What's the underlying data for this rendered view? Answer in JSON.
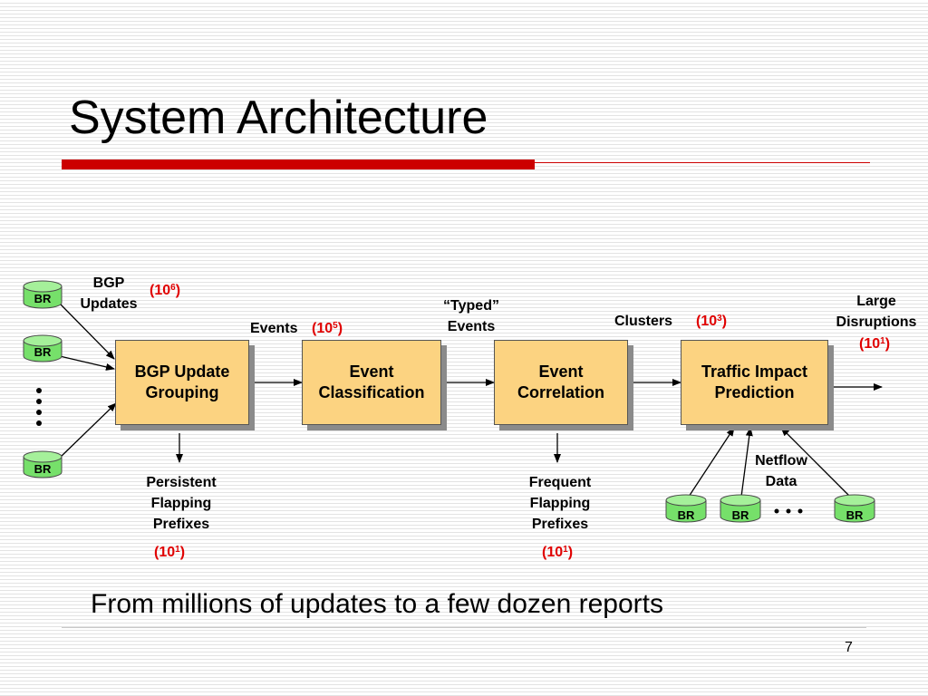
{
  "slide": {
    "title": "System Architecture",
    "subtitle": "From millions of updates to a few dozen reports",
    "page_number": "7"
  },
  "diagram": {
    "router_label": "BR",
    "boxes": {
      "grouping": [
        "BGP Update",
        "Grouping"
      ],
      "classification": [
        "Event",
        "Classification"
      ],
      "correlation": [
        "Event",
        "Correlation"
      ],
      "prediction": [
        "Traffic Impact",
        "Prediction"
      ]
    },
    "labels": {
      "bgp_updates": [
        "BGP",
        "Updates"
      ],
      "bgp_updates_count": {
        "base": "(10",
        "exp": "6",
        "close": ")"
      },
      "events": "Events",
      "events_count": {
        "base": "(10",
        "exp": "5",
        "close": ")"
      },
      "typed_events": [
        "“Typed”",
        "Events"
      ],
      "clusters": "Clusters",
      "clusters_count": {
        "base": "(10",
        "exp": "3",
        "close": ")"
      },
      "large_disruptions": [
        "Large",
        "Disruptions"
      ],
      "large_disruptions_count": {
        "base": "(10",
        "exp": "1",
        "close": ")"
      },
      "persistent": [
        "Persistent",
        "Flapping",
        "Prefixes"
      ],
      "persistent_count": {
        "base": "(10",
        "exp": "1",
        "close": ")"
      },
      "frequent": [
        "Frequent",
        "Flapping",
        "Prefixes"
      ],
      "frequent_count": {
        "base": "(10",
        "exp": "1",
        "close": ")"
      },
      "netflow": [
        "Netflow",
        "Data"
      ]
    },
    "colors": {
      "box_fill": "#fcd381",
      "router_fill": "#76e06a",
      "count_text": "#e00000",
      "title_rule": "#cc0000"
    }
  }
}
